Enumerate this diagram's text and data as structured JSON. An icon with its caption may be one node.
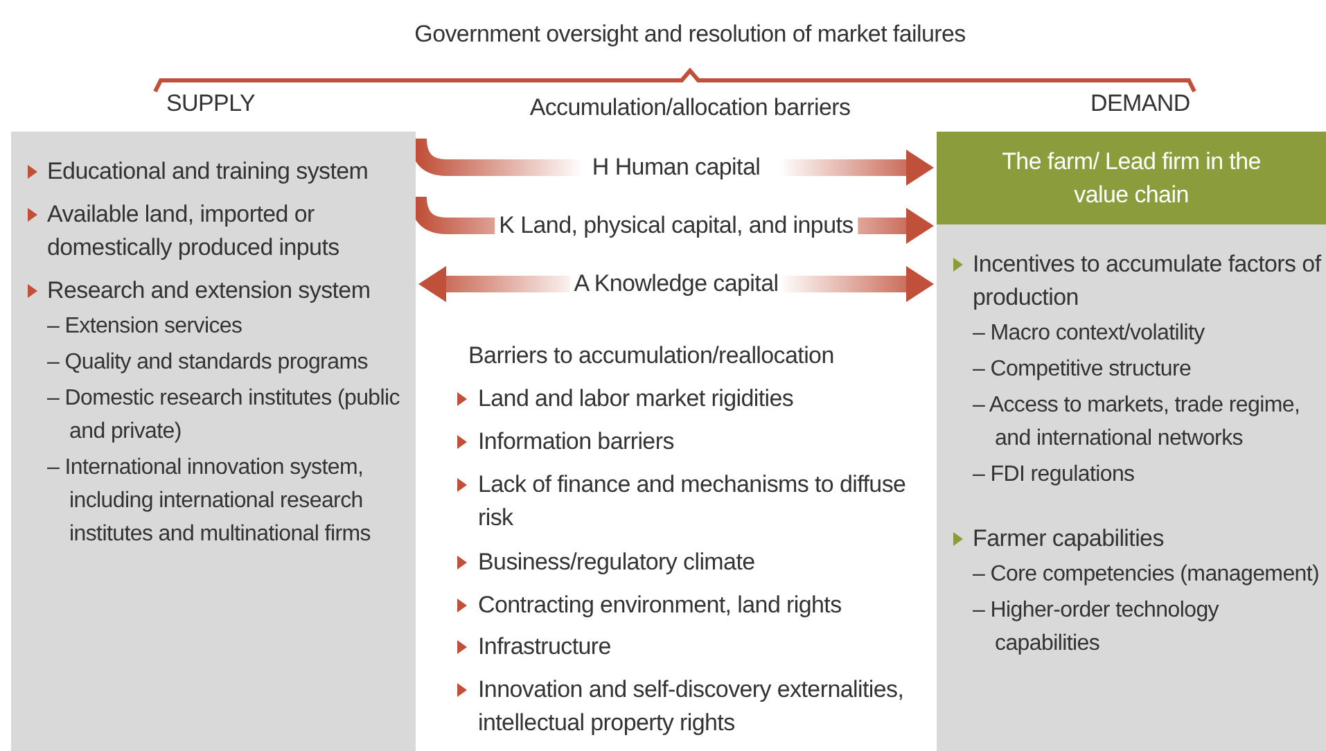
{
  "diagram": {
    "nodes": [
      {
        "text": [
          "SUPPLY",
          "Educational and training system",
          "Available land, imported or domestically produced inputs",
          "Research and extension system",
          "– Extension services",
          "– Quality and standards programs",
          "– Domestic research institutes (public and private)",
          "– International innovation system, including international research institutes and multinational firms"
        ]
      },
      {
        "text": [
          "DEMAND",
          "Incentives to accumulate factors of production",
          "– Macro context/volatility",
          "– Competitive structure",
          "– Access to markets, trade regime, and international networks",
          "– FDI regulations",
          "Farmer capabilities",
          "– Core competencies (management)",
          "– Higher-order technology capabilities"
        ]
      },
      {
        "text": [
          "The farm/ Lead firm in the value chain"
        ],
        "in": 1
      }
    ],
    "edges": [
      {
        "from": 0,
        "to": 1,
        "arrow": "to",
        "label": "H Human capital"
      },
      {
        "from": 0,
        "to": 1,
        "arrow": "to",
        "label": "K Land, physical capital, and inputs"
      },
      {
        "from": 0,
        "to": 1,
        "arrow": "both",
        "label": "A Knowledge capital"
      }
    ],
    "labels": [
      "Government oversight and resolution of market failures",
      "Accumulation/allocation barriers",
      "Barriers to accumulation/reallocation",
      "Land and labor market rigidities",
      "Information barriers",
      "Lack of finance and mechanisms to diffuse risk",
      "Business/regulatory climate",
      "Contracting environment, land rights",
      "Infrastructure",
      "Innovation and self-discovery externalities, intellectual property rights"
    ]
  }
}
